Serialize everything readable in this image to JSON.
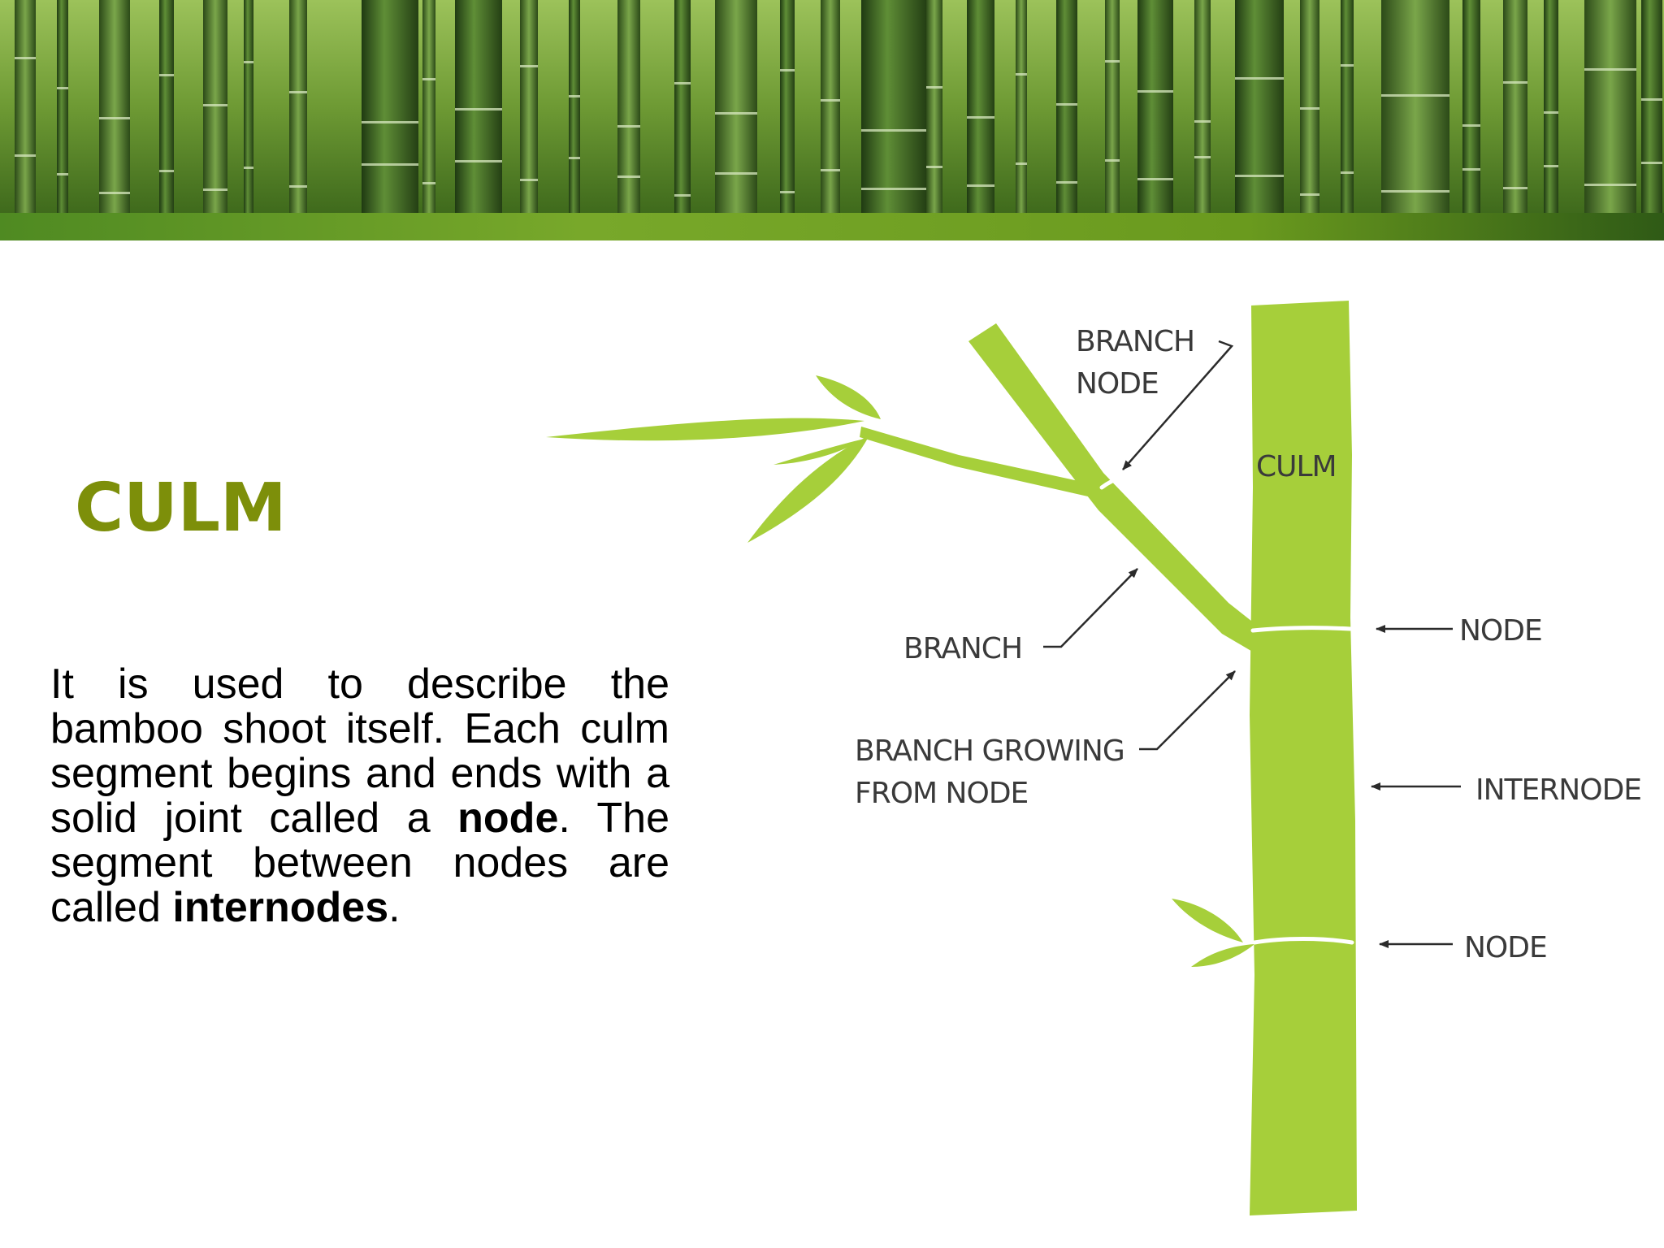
{
  "slide": {
    "title": "CULM",
    "body": {
      "part1": "It is used to describe the bamboo shoot itself. Each culm segment begins and ends with a solid joint called a ",
      "term1": "node",
      "part2": ". The segment between nodes are called ",
      "term2": "internodes",
      "part3": "."
    }
  },
  "diagram": {
    "labels": {
      "branch_node_line1": "BRANCH",
      "branch_node_line2": "NODE",
      "culm": "CULM",
      "branch": "BRANCH",
      "branch_growing_line1": "BRANCH GROWING",
      "branch_growing_line2": "FROM NODE",
      "node_upper": "NODE",
      "internode": "INTERNODE",
      "node_lower": "NODE"
    }
  },
  "colors": {
    "title": "#7d8f0a",
    "bamboo": "#a6cf3a",
    "banner_stripe": "#6a9a1e"
  }
}
